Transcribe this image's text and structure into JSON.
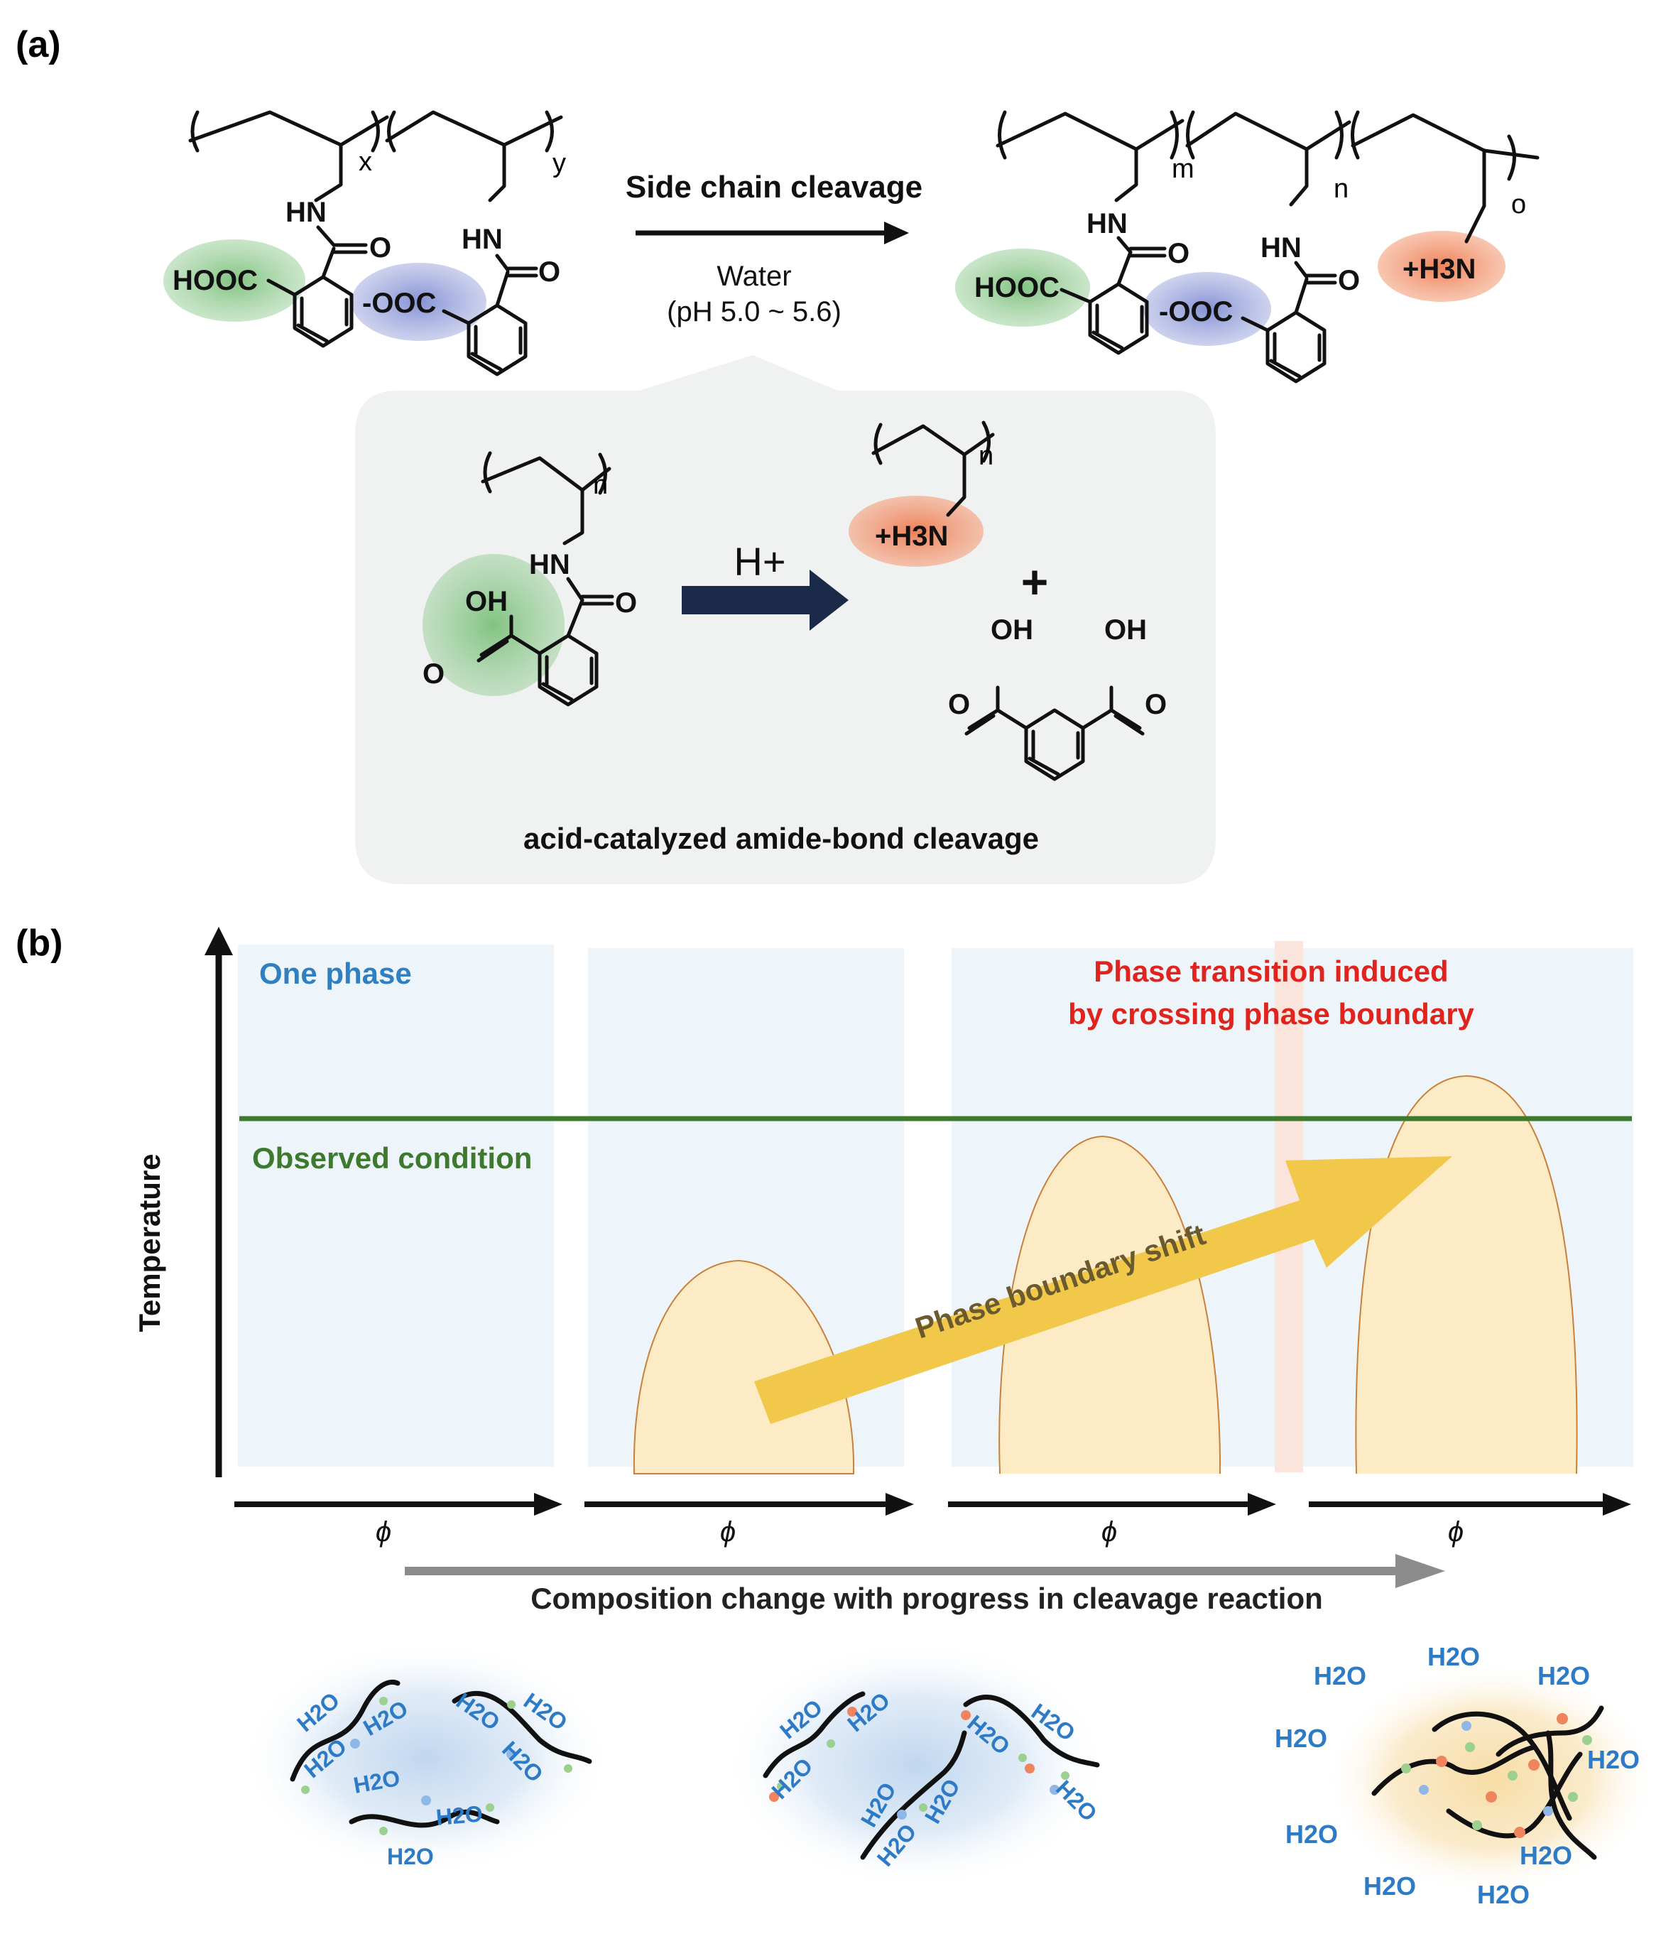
{
  "panel_a": {
    "label": "(a)",
    "reactant": {
      "subscript_x": "x",
      "subscript_y": "y",
      "nh_label": "HN",
      "o_label": "O",
      "acid_label": "HOOC",
      "carboxylate_label": "-OOC"
    },
    "reaction_arrow": {
      "label": "Side chain cleavage",
      "solvent": "Water",
      "ph": "(pH 5.0 ~ 5.6)"
    },
    "product": {
      "subscript_m": "m",
      "subscript_n": "n",
      "subscript_o": "o",
      "nh_label": "HN",
      "o_label": "O",
      "acid_label": "HOOC",
      "carboxylate_label": "-OOC",
      "ammonium_label": "+H3N"
    },
    "mechanism_box": {
      "subscript_n": "n",
      "nh_label": "HN",
      "o_label": "O",
      "oh_label": "OH",
      "catalyst_label": "H+",
      "ammonium_label": "+H3N",
      "plus_sign": "+",
      "caption": "acid-catalyzed amide-bond cleavage"
    },
    "colors": {
      "green_highlight": "#8cc98c",
      "blue_highlight": "#8f9ad6",
      "orange_highlight": "#f0845c",
      "box_bg": "#f0f1f1",
      "arrow_navy": "#1c2a4a"
    }
  },
  "panel_b": {
    "label": "(b)",
    "y_axis_label": "Temperature",
    "one_phase_label": "One phase",
    "observed_condition_label": "Observed condition",
    "phase_transition_label_line1": "Phase transition induced",
    "phase_transition_label_line2": "by crossing phase boundary",
    "shift_arrow_label": "Phase boundary shift",
    "x_axis_symbol": "ϕ",
    "composition_label": "Composition change with progress in cleavage reaction",
    "water_label": "H2O",
    "colors": {
      "observed_line": "#3e7a2e",
      "one_phase_text": "#2f7fc1",
      "transition_text": "#e0231c",
      "panel_bg": "#eef5fa",
      "dome_fill": "#fcebc4",
      "dome_edge": "#c9803a",
      "shift_arrow": "#f2c84b",
      "gray_arrow": "#8c8c8c",
      "water_text": "#2d7ac6"
    }
  }
}
